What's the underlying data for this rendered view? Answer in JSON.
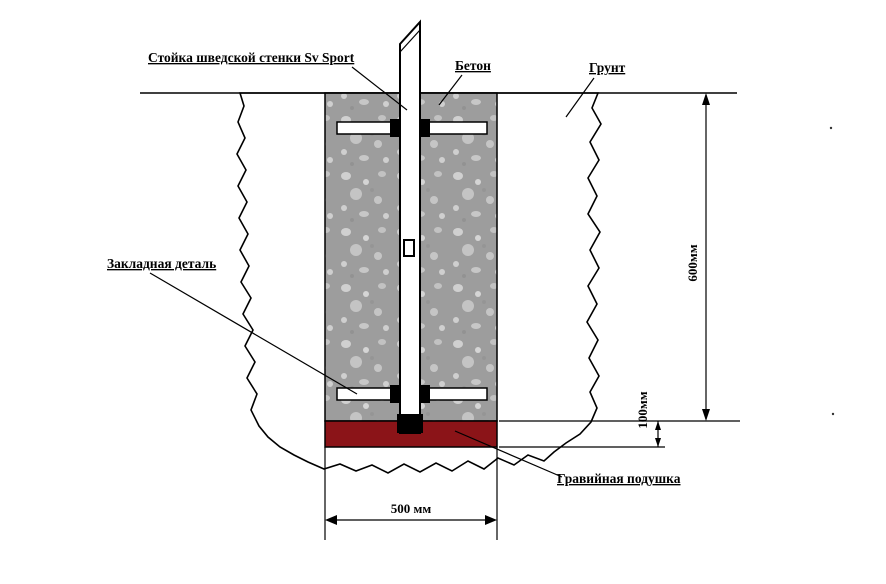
{
  "labels": {
    "post": "Стойка шведской стенки Sv Sport",
    "concrete": "Бетон",
    "soil": "Грунт",
    "embedded_part": "Закладная деталь",
    "gravel_pad": "Гравийная подушка"
  },
  "dimensions": {
    "depth": "600мм",
    "gravel_thickness": "100мм",
    "width": "500 мм"
  },
  "colors": {
    "soil": "#b97a56",
    "concrete": "#9d9d9d",
    "gravel": "#8b1418",
    "line": "#000000",
    "background": "#ffffff"
  }
}
